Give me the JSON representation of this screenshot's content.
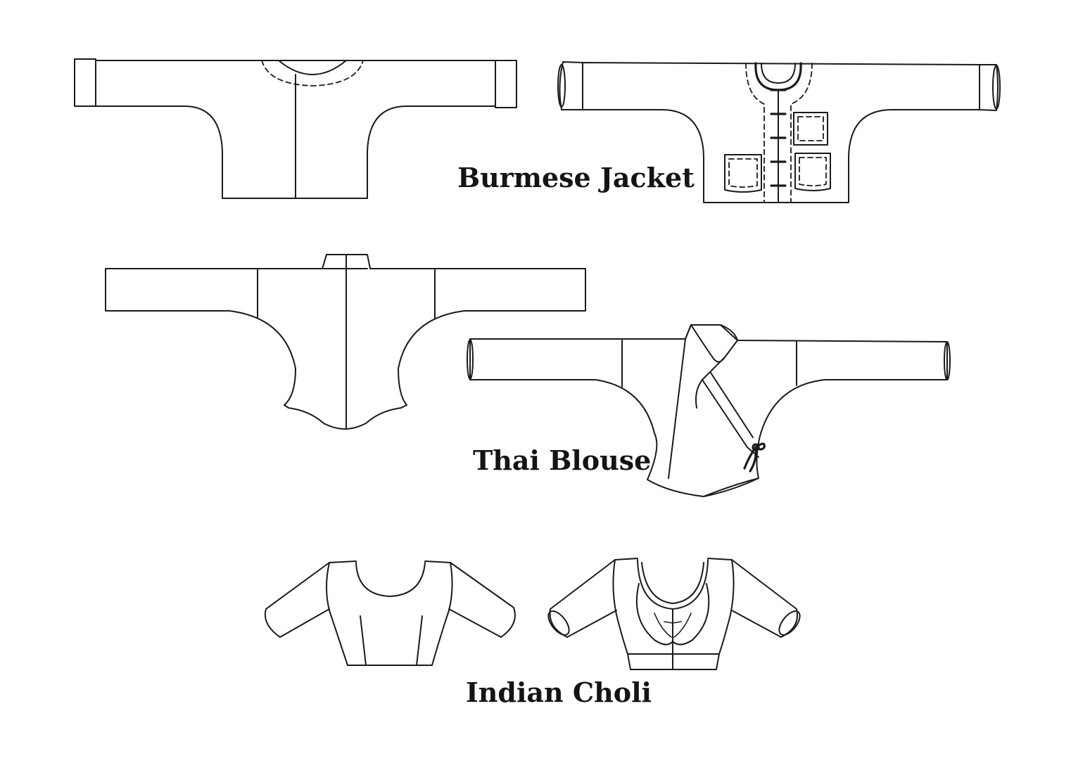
{
  "figure": {
    "garments": [
      {
        "id": "burmese-jacket",
        "label": "Burmese Jacket"
      },
      {
        "id": "thai-blouse",
        "label": "Thai Blouse"
      },
      {
        "id": "indian-choli",
        "label": "Indian Choli"
      }
    ]
  }
}
